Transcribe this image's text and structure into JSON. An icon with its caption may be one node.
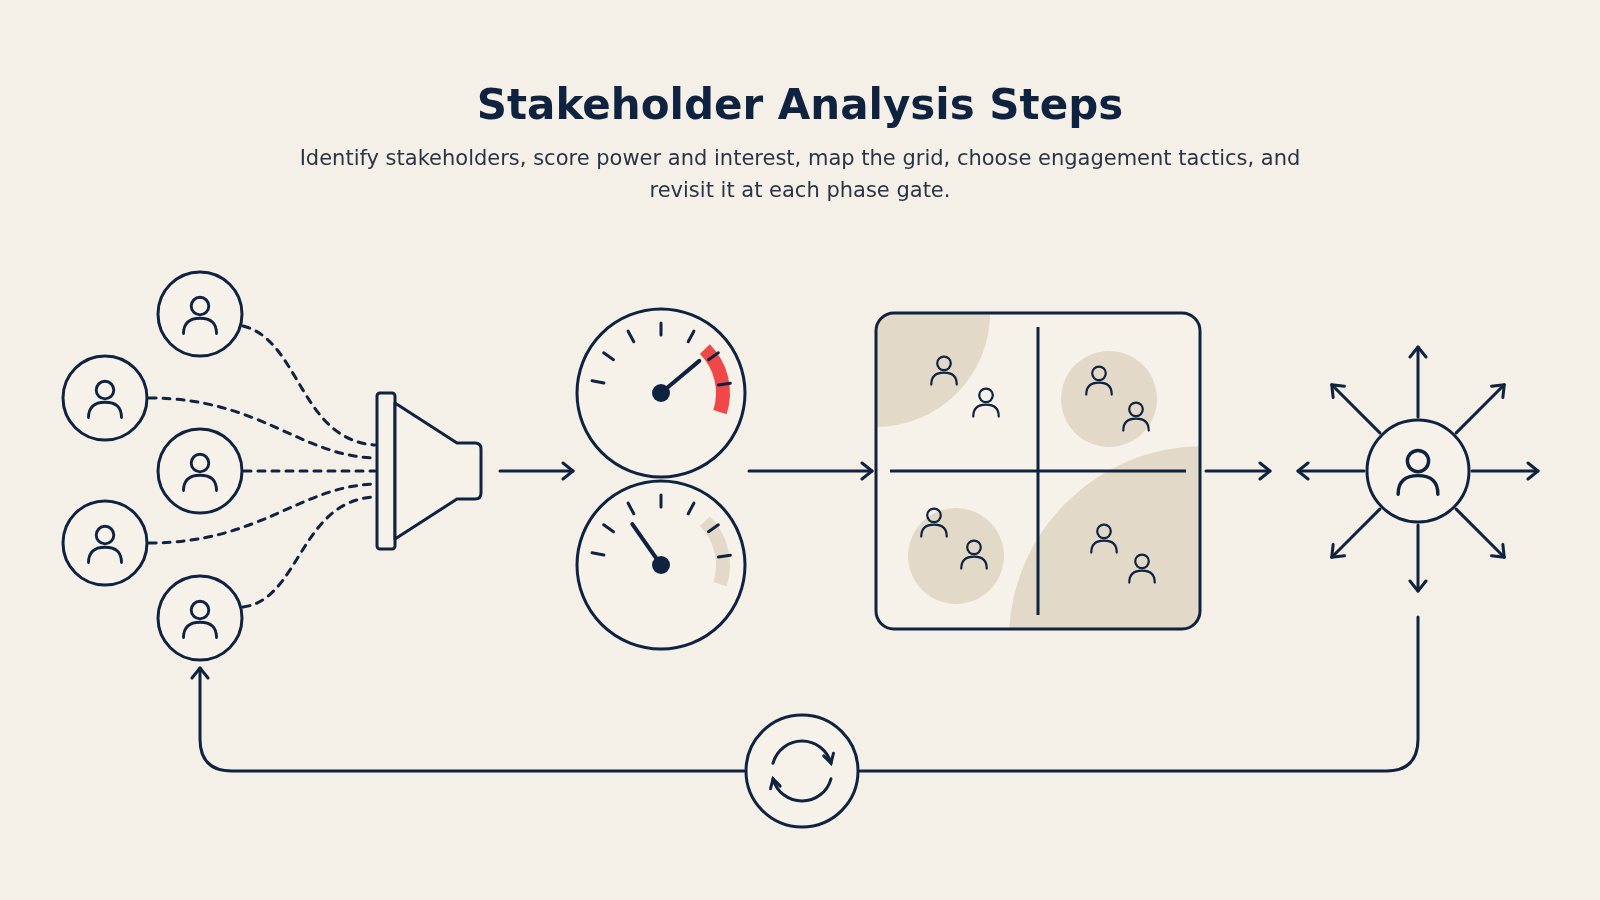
{
  "diagram": {
    "title": "Stakeholder Analysis Steps",
    "caption": "Identify stakeholders, score power and interest, map the grid, choose engagement tactics, and revisit it at each phase gate.",
    "nodes": [
      {
        "text": [],
        "shape": "person"
      },
      {
        "text": [],
        "shape": "person"
      },
      {
        "text": [],
        "shape": "person"
      },
      {
        "text": [],
        "shape": "person"
      },
      {
        "text": [],
        "shape": "person"
      },
      {
        "text": [],
        "shape": "funnel"
      },
      {
        "text": [],
        "shape": "gauge"
      },
      {
        "text": [],
        "shape": "gauge"
      },
      {
        "text": [],
        "shape": "box"
      },
      {
        "text": [],
        "shape": "person"
      },
      {
        "text": [],
        "shape": "circle"
      }
    ],
    "edges": [
      {
        "from": 0,
        "to": 5,
        "arrow": "none",
        "style": "dashed"
      },
      {
        "from": 1,
        "to": 5,
        "arrow": "none",
        "style": "dashed"
      },
      {
        "from": 2,
        "to": 5,
        "arrow": "none",
        "style": "dashed"
      },
      {
        "from": 3,
        "to": 5,
        "arrow": "none",
        "style": "dashed"
      },
      {
        "from": 4,
        "to": 5,
        "arrow": "none",
        "style": "dashed"
      },
      {
        "from": 5,
        "to": 6,
        "arrow": "to"
      },
      {
        "from": 6,
        "to": 8,
        "arrow": "to"
      },
      {
        "from": 8,
        "to": null,
        "arrow": "to"
      },
      {
        "from": 9,
        "to": null,
        "arrow": "to"
      },
      {
        "from": 9,
        "to": null,
        "arrow": "to"
      },
      {
        "from": 9,
        "to": null,
        "arrow": "to"
      },
      {
        "from": 9,
        "to": null,
        "arrow": "to"
      },
      {
        "from": 9,
        "to": null,
        "arrow": "to"
      },
      {
        "from": 9,
        "to": null,
        "arrow": "to"
      },
      {
        "from": 9,
        "to": null,
        "arrow": "to"
      },
      {
        "from": 9,
        "to": null,
        "arrow": "to"
      },
      {
        "from": null,
        "to": 10,
        "arrow": "none"
      },
      {
        "from": 10,
        "to": 4,
        "arrow": "to"
      }
    ]
  }
}
